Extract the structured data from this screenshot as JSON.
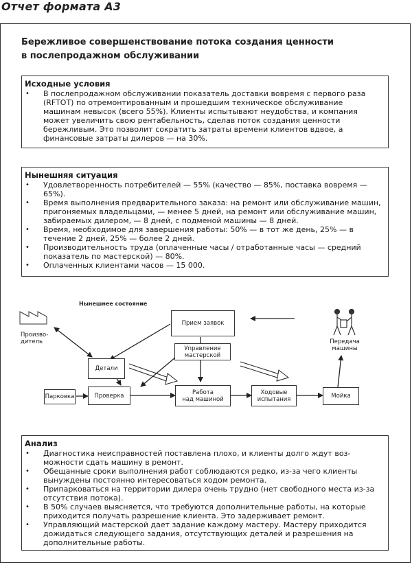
{
  "page_title": "Отчет формата А3",
  "heading_line1": "Бережливое совершенствование потока создания ценности",
  "heading_line2": "в послепродажном обслуживании",
  "initial_conditions": {
    "title": "Исходные условия",
    "items": [
      "В послепродажном обслуживании показатель доставки вовремя с первого раза (RFTOT) по отремонтированным и прошедшим техническое обслужива­ние машинам невысок (всего 55%). Клиенты испытывают неудобства, и компания может увеличить свою рентабельность, сделав поток создания ценности бережливым. Это позволит сократить затраты времени клиентов вдвое, а финансовые затраты дилеров — на 30%."
    ]
  },
  "current_situation": {
    "title": "Нынешняя ситуация",
    "items": [
      "Удовлетворенность потребителей — 55% (качество — 85%, поставка вовре­мя — 65%).",
      "Время выполнения предварительного заказа: на ремонт или обслуживание машин, пригоняемых владельцами, — менее 5 дней, на ремонт или обслужи­вание машин, забираемых дилером, — 8 дней, с подменой машины — 8 дней.",
      "Время, необходимое для завершения работы: 50% — в тот же день, 25% — в течение 2 дней, 25% — более 2 дней.",
      "Производительность труда (оплаченные часы / отработанные часы — сред­ний показатель по мастерской) — 80%.",
      "Оплаченных клиентами часов — 15 000."
    ]
  },
  "diagram": {
    "caption": "Нынешнее состояние",
    "nodes": {
      "manufacturer": "Произво-\nдитель",
      "order_intake": "Прием заявок",
      "customer_handover": "Передача\nмашины",
      "parts": "Детали",
      "shop_management": "Управление\nмастерской",
      "parking": "Парковка",
      "inspection": "Проверка",
      "vehicle_work": "Работа\nнад машиной",
      "road_test": "Ходовые\nиспытания",
      "wash": "Мойка"
    }
  },
  "analysis": {
    "title": "Анализ",
    "items": [
      "Диагностика неисправностей поставлена плохо, и клиенты долго ждут воз­можности сдать машину в ремонт.",
      "Обещанные сроки выполнения работ соблюдаются редко, из-за чего клиенты вынуждены постоянно интересоваться ходом ремонта.",
      "Припарковаться на территории дилера очень трудно (нет свободного места из-за отсутствия потока).",
      "В 50% случаев выясняется, что требуются дополнительные работы, на кото­рые приходится получать разрешение клиента. Это задерживает ремонт.",
      "Управляющий мастерской дает задание каждому мастеру. Мастеру приходит­ся дожидаться следующего задания, отсутствующих деталей и разрешения на дополнительные работы."
    ]
  }
}
